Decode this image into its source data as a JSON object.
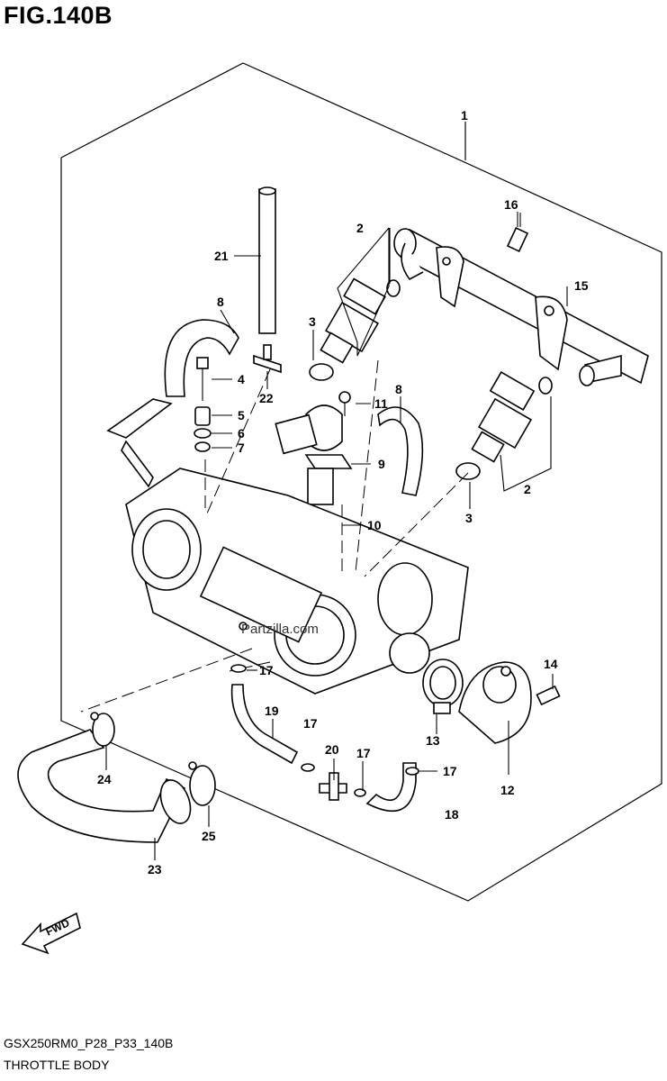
{
  "figure": {
    "title": "FIG.140B",
    "code": "GSX250RM0_P28_P33_140B",
    "name": "THROTTLE BODY",
    "watermark": "Partzilla.com",
    "fwd_label": "FWD"
  },
  "callouts": [
    {
      "id": "c1",
      "label": "1"
    },
    {
      "id": "c2a",
      "label": "2"
    },
    {
      "id": "c2b",
      "label": "2"
    },
    {
      "id": "c3a",
      "label": "3"
    },
    {
      "id": "c3b",
      "label": "3"
    },
    {
      "id": "c4",
      "label": "4"
    },
    {
      "id": "c5",
      "label": "5"
    },
    {
      "id": "c6",
      "label": "6"
    },
    {
      "id": "c7",
      "label": "7"
    },
    {
      "id": "c8a",
      "label": "8"
    },
    {
      "id": "c8b",
      "label": "8"
    },
    {
      "id": "c9",
      "label": "9"
    },
    {
      "id": "c10",
      "label": "10"
    },
    {
      "id": "c11",
      "label": "11"
    },
    {
      "id": "c12",
      "label": "12"
    },
    {
      "id": "c13",
      "label": "13"
    },
    {
      "id": "c14",
      "label": "14"
    },
    {
      "id": "c15",
      "label": "15"
    },
    {
      "id": "c16",
      "label": "16"
    },
    {
      "id": "c17a",
      "label": "17"
    },
    {
      "id": "c17b",
      "label": "17"
    },
    {
      "id": "c17c",
      "label": "17"
    },
    {
      "id": "c17d",
      "label": "17"
    },
    {
      "id": "c18",
      "label": "18"
    },
    {
      "id": "c19",
      "label": "19"
    },
    {
      "id": "c20",
      "label": "20"
    },
    {
      "id": "c21",
      "label": "21"
    },
    {
      "id": "c22",
      "label": "22"
    },
    {
      "id": "c23",
      "label": "23"
    },
    {
      "id": "c24",
      "label": "24"
    },
    {
      "id": "c25",
      "label": "25"
    }
  ]
}
